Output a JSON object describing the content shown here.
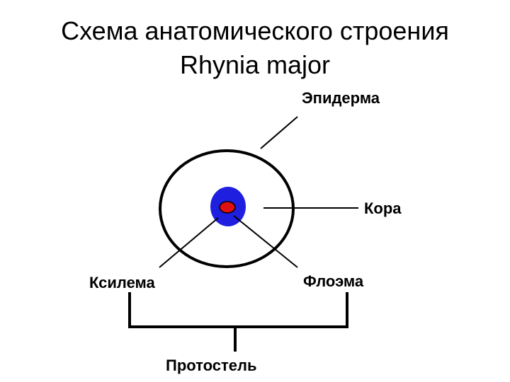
{
  "title": {
    "line1": "Схема анатомического строения",
    "line2": "Rhynia major"
  },
  "labels": {
    "epidermis": "Эпидерма",
    "cortex": "Кора",
    "xylem": "Ксилема",
    "phloem": "Флоэма",
    "protostele": "Протостель"
  },
  "colors": {
    "outline": "#000000",
    "phloem_fill": "#1f1fe0",
    "xylem_fill": "#e01010",
    "background": "#ffffff"
  }
}
